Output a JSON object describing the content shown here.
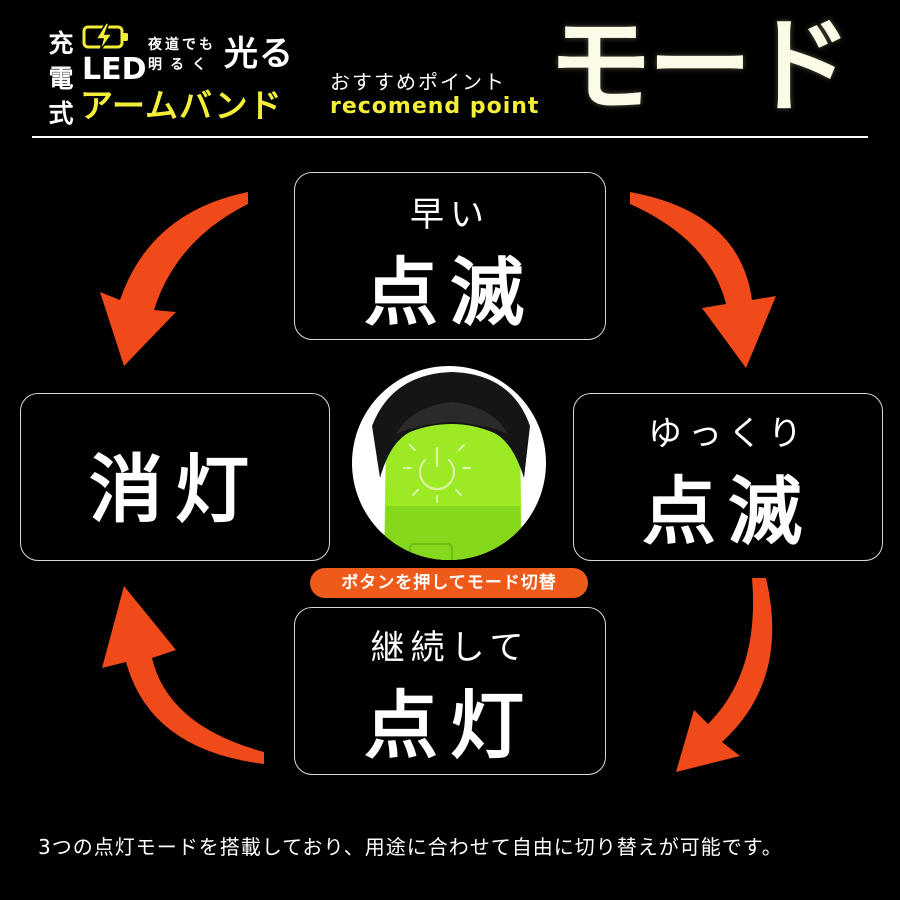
{
  "header": {
    "stack_chars": [
      "充",
      "電",
      "式"
    ],
    "led": "LED",
    "armband": "アームバンド",
    "small_line1": "夜道でも",
    "small_line2": "明るく",
    "hikaru": "光る",
    "osusume": "おすすめポイント",
    "recomend": "recomend point",
    "title": "モード"
  },
  "modes": {
    "fast_blink": {
      "sub": "早い",
      "main": "点滅"
    },
    "slow_blink": {
      "sub": "ゆっくり",
      "main": "点滅"
    },
    "steady": {
      "sub": "継続して",
      "main": "点灯"
    },
    "off": {
      "main": "消灯"
    }
  },
  "button_hint": "ボタンを押してモード切替",
  "caption": "3つの点灯モードを搭載しており、用途に合わせて自由に切り替えが可能です。",
  "colors": {
    "background": "#000000",
    "accent_yellow": "#f3ef39",
    "arrow_orange": "#f04a1a",
    "device_green": "#9bea24"
  },
  "icons": [
    "battery-charging-icon",
    "power-icon"
  ]
}
